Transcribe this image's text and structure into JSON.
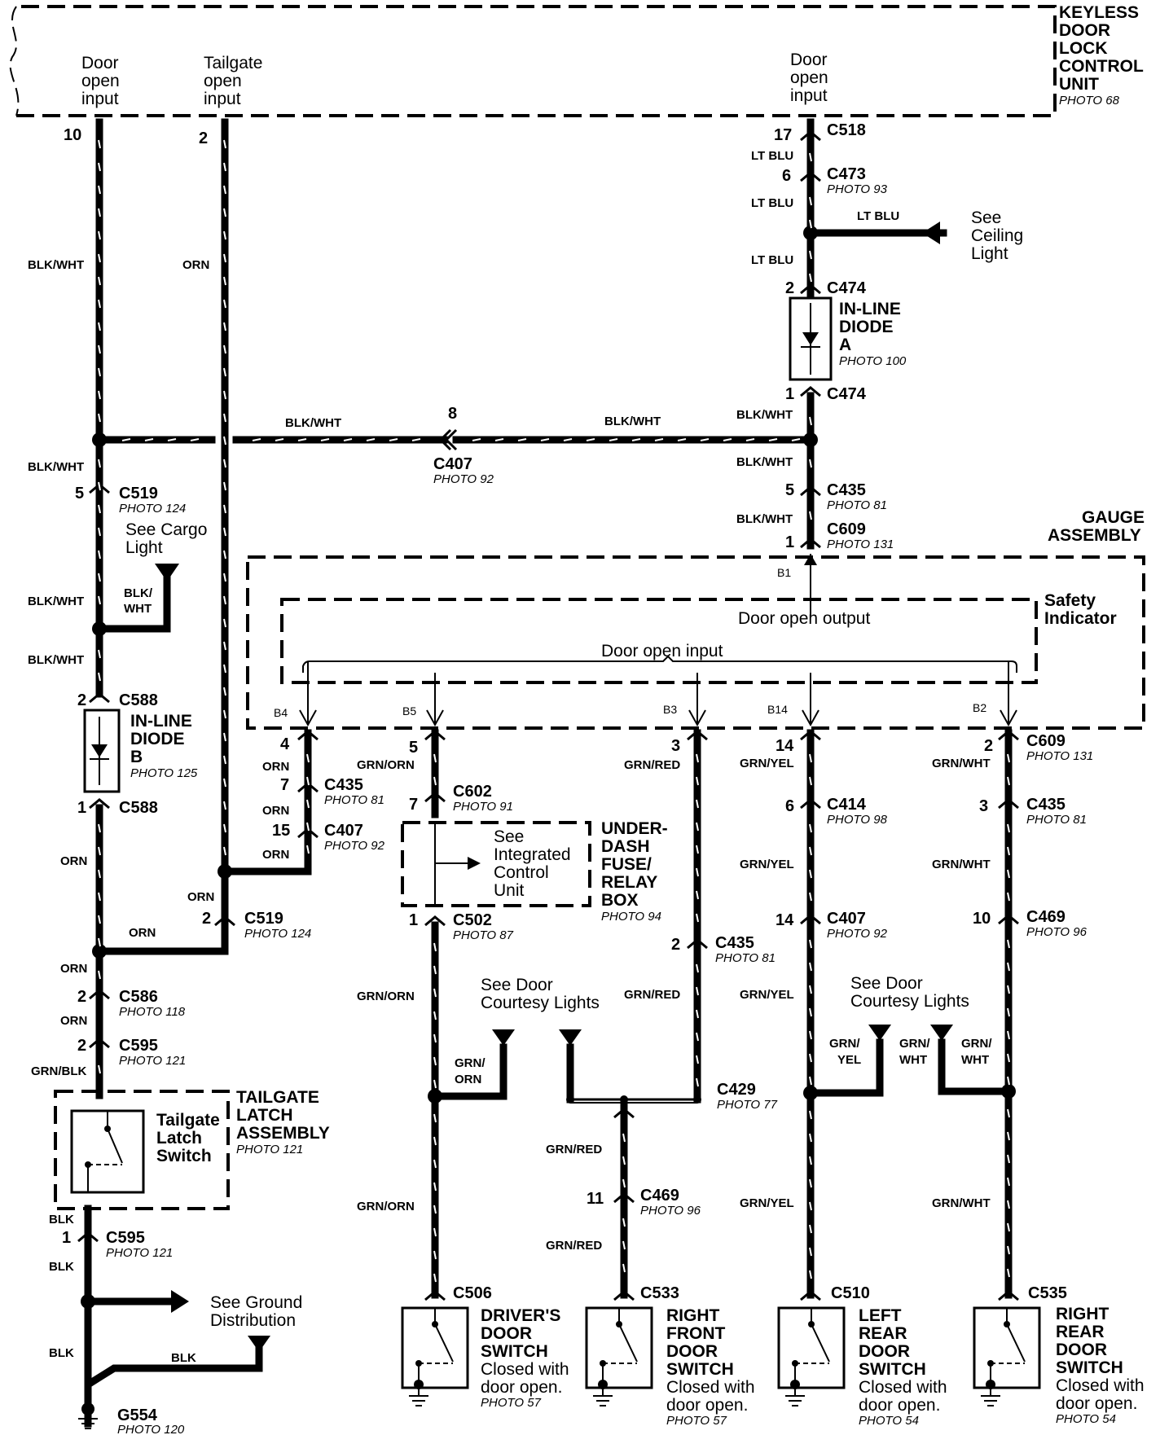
{
  "keyless_unit": {
    "title_lines": [
      "KEYLESS",
      "DOOR",
      "LOCK",
      "CONTROL",
      "UNIT"
    ],
    "photo": "PHOTO 68",
    "inputs": [
      {
        "label_lines": [
          "Door",
          "open",
          "input"
        ],
        "pin": "10"
      },
      {
        "label_lines": [
          "Tailgate",
          "open",
          "input"
        ],
        "pin": "2"
      },
      {
        "label_lines": [
          "Door",
          "open",
          "input"
        ],
        "pin": "17"
      }
    ]
  },
  "connectors": {
    "c518": {
      "name": "C518",
      "pin": "17"
    },
    "c473": {
      "name": "C473",
      "pin": "6",
      "photo": "PHOTO 93"
    },
    "c474_top": {
      "name": "C474",
      "pin": "2"
    },
    "c474_bot": {
      "name": "C474",
      "pin": "1"
    },
    "c407_mid": {
      "name": "C407",
      "pin": "8",
      "photo": "PHOTO 92"
    },
    "c435_r": {
      "name": "C435",
      "pin": "5",
      "photo": "PHOTO 81"
    },
    "c609_top": {
      "name": "C609",
      "pin": "1",
      "photo": "PHOTO 131"
    },
    "c519_top": {
      "name": "C519",
      "pin": "5",
      "photo": "PHOTO 124"
    },
    "c588_top": {
      "name": "C588",
      "pin": "2"
    },
    "c588_bot": {
      "name": "C588",
      "pin": "1"
    },
    "c435_l": {
      "name": "C435",
      "pin": "7",
      "photo": "PHOTO 81"
    },
    "c407_l": {
      "name": "C407",
      "pin": "15",
      "photo": "PHOTO 92"
    },
    "c519_bot": {
      "name": "C519",
      "pin": "2",
      "photo": "PHOTO 124"
    },
    "c586": {
      "name": "C586",
      "pin": "2",
      "photo": "PHOTO 118"
    },
    "c595_top": {
      "name": "C595",
      "pin": "2",
      "photo": "PHOTO 121"
    },
    "c595_bot": {
      "name": "C595",
      "pin": "1",
      "photo": "PHOTO 121"
    },
    "c602": {
      "name": "C602",
      "pin": "7",
      "photo": "PHOTO 91"
    },
    "c502": {
      "name": "C502",
      "pin": "1",
      "photo": "PHOTO 87"
    },
    "c609_row": {
      "name": "C609",
      "photo": "PHOTO 131"
    },
    "c414": {
      "name": "C414",
      "pin": "6",
      "photo": "PHOTO 98"
    },
    "c435_rr": {
      "name": "C435",
      "pin": "3",
      "photo": "PHOTO 81"
    },
    "c435_mid": {
      "name": "C435",
      "pin": "2",
      "photo": "PHOTO 81"
    },
    "c407_r": {
      "name": "C407",
      "pin": "14",
      "photo": "PHOTO 92"
    },
    "c469_r": {
      "name": "C469",
      "pin": "10",
      "photo": "PHOTO 96"
    },
    "c429": {
      "name": "C429",
      "photo": "PHOTO 77"
    },
    "c469_m": {
      "name": "C469",
      "pin": "11",
      "photo": "PHOTO 96"
    },
    "c506": {
      "name": "C506"
    },
    "c533": {
      "name": "C533"
    },
    "c510": {
      "name": "C510"
    },
    "c535": {
      "name": "C535"
    },
    "g554": {
      "name": "G554",
      "photo": "PHOTO 120"
    }
  },
  "wire_colors": {
    "lt_blu": "LT BLU",
    "blk_wht": "BLK/WHT",
    "orn": "ORN",
    "grn_orn": "GRN/ORN",
    "grn_red": "GRN/RED",
    "grn_yel": "GRN/YEL",
    "grn_wht": "GRN/WHT",
    "grn_blk": "GRN/BLK",
    "blk": "BLK",
    "blk_wht_split": [
      "BLK/",
      "WHT"
    ],
    "grn_orn_split": [
      "GRN/",
      "ORN"
    ],
    "grn_yel_split": [
      "GRN/",
      "YEL"
    ],
    "grn_wht_split": [
      "GRN/",
      "WHT"
    ]
  },
  "references": {
    "ceiling_light": [
      "See",
      "Ceiling",
      "Light"
    ],
    "cargo_light": [
      "See Cargo",
      "Light"
    ],
    "integrated_control": [
      "See",
      "Integrated",
      "Control",
      "Unit"
    ],
    "door_courtesy": [
      "See Door",
      "Courtesy Lights"
    ],
    "ground_dist": [
      "See Ground",
      "Distribution"
    ]
  },
  "diode_a": {
    "title_lines": [
      "IN-LINE",
      "DIODE",
      "A"
    ],
    "photo": "PHOTO 100"
  },
  "diode_b": {
    "title_lines": [
      "IN-LINE",
      "DIODE",
      "B"
    ],
    "photo": "PHOTO 125"
  },
  "gauge": {
    "title_lines": [
      "GAUGE",
      "ASSEMBLY"
    ],
    "safety_lines": [
      "Safety",
      "Indicator"
    ],
    "door_open_output": "Door open output",
    "door_open_input": "Door open input",
    "terminals": {
      "b1": "B1",
      "b4": "B4",
      "b5": "B5",
      "b3": "B3",
      "b14": "B14",
      "b2": "B2"
    },
    "pins": {
      "b4": "4",
      "b5": "5",
      "b3": "3",
      "b14": "14",
      "b2": "2"
    }
  },
  "fuse_box": {
    "title_lines": [
      "UNDER-",
      "DASH",
      "FUSE/",
      "RELAY",
      "BOX"
    ],
    "photo": "PHOTO 94"
  },
  "tailgate": {
    "title_lines": [
      "TAILGATE",
      "LATCH",
      "ASSEMBLY"
    ],
    "photo": "PHOTO 121",
    "switch_lines": [
      "Tailgate",
      "Latch",
      "Switch"
    ]
  },
  "switches": [
    {
      "title_lines": [
        "DRIVER'S",
        "DOOR",
        "SWITCH"
      ],
      "note_lines": [
        "Closed with",
        "door open."
      ],
      "photo": "PHOTO 57"
    },
    {
      "title_lines": [
        "RIGHT",
        "FRONT",
        "DOOR",
        "SWITCH"
      ],
      "note_lines": [
        "Closed with",
        "door open."
      ],
      "photo": "PHOTO 57"
    },
    {
      "title_lines": [
        "LEFT",
        "REAR",
        "DOOR",
        "SWITCH"
      ],
      "note_lines": [
        "Closed with",
        "door open."
      ],
      "photo": "PHOTO 54"
    },
    {
      "title_lines": [
        "RIGHT",
        "REAR",
        "DOOR",
        "SWITCH"
      ],
      "note_lines": [
        "Closed with",
        "door open."
      ],
      "photo": "PHOTO 54"
    }
  ]
}
